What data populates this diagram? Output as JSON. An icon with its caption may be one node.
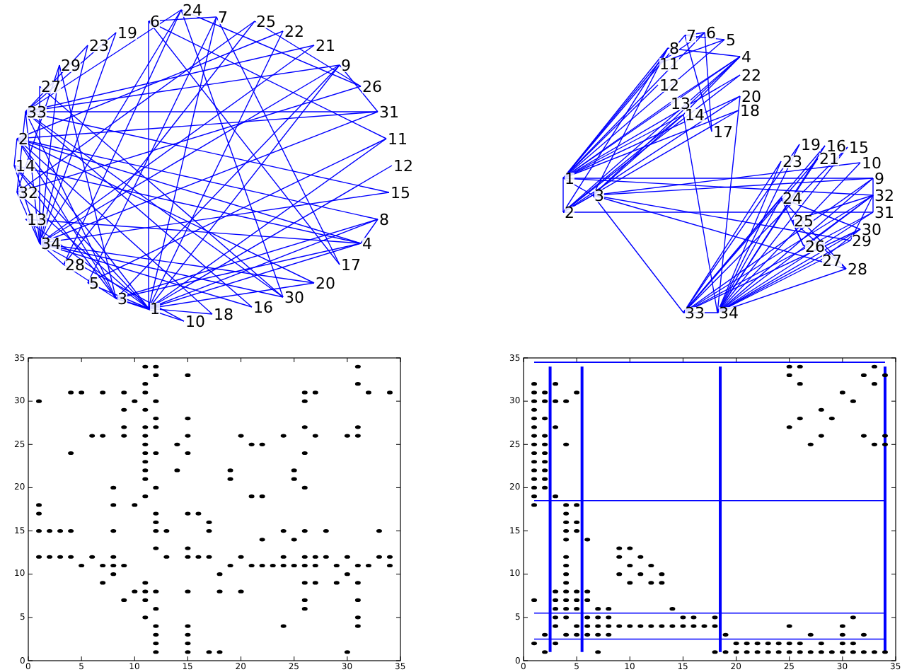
{
  "diagram": {
    "nodes": [
      {
        "text": [
          "1"
        ]
      },
      {
        "text": [
          "2"
        ]
      },
      {
        "text": [
          "3"
        ]
      },
      {
        "text": [
          "4"
        ]
      },
      {
        "text": [
          "5"
        ]
      },
      {
        "text": [
          "6"
        ]
      },
      {
        "text": [
          "7"
        ]
      },
      {
        "text": [
          "8"
        ]
      },
      {
        "text": [
          "9"
        ]
      },
      {
        "text": [
          "10"
        ]
      },
      {
        "text": [
          "11"
        ]
      },
      {
        "text": [
          "12"
        ]
      },
      {
        "text": [
          "13"
        ]
      },
      {
        "text": [
          "14"
        ]
      },
      {
        "text": [
          "15"
        ]
      },
      {
        "text": [
          "16"
        ]
      },
      {
        "text": [
          "17"
        ]
      },
      {
        "text": [
          "18"
        ]
      },
      {
        "text": [
          "19"
        ]
      },
      {
        "text": [
          "20"
        ]
      },
      {
        "text": [
          "21"
        ]
      },
      {
        "text": [
          "22"
        ]
      },
      {
        "text": [
          "23"
        ]
      },
      {
        "text": [
          "24"
        ]
      },
      {
        "text": [
          "25"
        ]
      },
      {
        "text": [
          "26"
        ]
      },
      {
        "text": [
          "27"
        ]
      },
      {
        "text": [
          "28"
        ]
      },
      {
        "text": [
          "29"
        ]
      },
      {
        "text": [
          "30"
        ]
      },
      {
        "text": [
          "31"
        ]
      },
      {
        "text": [
          "32"
        ]
      },
      {
        "text": [
          "33"
        ]
      },
      {
        "text": [
          "34"
        ]
      },
      {
        "text": [
          "1"
        ]
      },
      {
        "text": [
          "2"
        ]
      },
      {
        "text": [
          "3"
        ]
      },
      {
        "text": [
          "4"
        ]
      },
      {
        "text": [
          "5"
        ]
      },
      {
        "text": [
          "6"
        ]
      },
      {
        "text": [
          "7"
        ]
      },
      {
        "text": [
          "8"
        ]
      },
      {
        "text": [
          "9"
        ]
      },
      {
        "text": [
          "10"
        ]
      },
      {
        "text": [
          "11"
        ]
      },
      {
        "text": [
          "12"
        ]
      },
      {
        "text": [
          "13"
        ]
      },
      {
        "text": [
          "14"
        ]
      },
      {
        "text": [
          "15"
        ]
      },
      {
        "text": [
          "16"
        ]
      },
      {
        "text": [
          "17"
        ]
      },
      {
        "text": [
          "18"
        ]
      },
      {
        "text": [
          "19"
        ]
      },
      {
        "text": [
          "20"
        ]
      },
      {
        "text": [
          "21"
        ]
      },
      {
        "text": [
          "22"
        ]
      },
      {
        "text": [
          "23"
        ]
      },
      {
        "text": [
          "24"
        ]
      },
      {
        "text": [
          "25"
        ]
      },
      {
        "text": [
          "26"
        ]
      },
      {
        "text": [
          "27"
        ]
      },
      {
        "text": [
          "28"
        ]
      },
      {
        "text": [
          "29"
        ]
      },
      {
        "text": [
          "30"
        ]
      },
      {
        "text": [
          "31"
        ]
      },
      {
        "text": [
          "32"
        ]
      },
      {
        "text": [
          "33"
        ]
      },
      {
        "text": [
          "34"
        ]
      }
    ],
    "edges": [
      {
        "from": 0,
        "to": 1,
        "arrow": "none"
      },
      {
        "from": 0,
        "to": 2,
        "arrow": "none"
      },
      {
        "from": 0,
        "to": 3,
        "arrow": "none"
      },
      {
        "from": 0,
        "to": 4,
        "arrow": "none"
      },
      {
        "from": 0,
        "to": 5,
        "arrow": "none"
      },
      {
        "from": 0,
        "to": 6,
        "arrow": "none"
      },
      {
        "from": 0,
        "to": 7,
        "arrow": "none"
      },
      {
        "from": 0,
        "to": 8,
        "arrow": "none"
      },
      {
        "from": 0,
        "to": 10,
        "arrow": "none"
      },
      {
        "from": 0,
        "to": 11,
        "arrow": "none"
      },
      {
        "from": 0,
        "to": 12,
        "arrow": "none"
      },
      {
        "from": 0,
        "to": 13,
        "arrow": "none"
      },
      {
        "from": 0,
        "to": 17,
        "arrow": "none"
      },
      {
        "from": 0,
        "to": 19,
        "arrow": "none"
      },
      {
        "from": 0,
        "to": 21,
        "arrow": "none"
      },
      {
        "from": 0,
        "to": 31,
        "arrow": "none"
      },
      {
        "from": 1,
        "to": 2,
        "arrow": "none"
      },
      {
        "from": 1,
        "to": 3,
        "arrow": "none"
      },
      {
        "from": 1,
        "to": 7,
        "arrow": "none"
      },
      {
        "from": 1,
        "to": 13,
        "arrow": "none"
      },
      {
        "from": 1,
        "to": 17,
        "arrow": "none"
      },
      {
        "from": 1,
        "to": 19,
        "arrow": "none"
      },
      {
        "from": 1,
        "to": 21,
        "arrow": "none"
      },
      {
        "from": 1,
        "to": 30,
        "arrow": "none"
      },
      {
        "from": 2,
        "to": 3,
        "arrow": "none"
      },
      {
        "from": 2,
        "to": 7,
        "arrow": "none"
      },
      {
        "from": 2,
        "to": 8,
        "arrow": "none"
      },
      {
        "from": 2,
        "to": 9,
        "arrow": "none"
      },
      {
        "from": 2,
        "to": 13,
        "arrow": "none"
      },
      {
        "from": 2,
        "to": 27,
        "arrow": "none"
      },
      {
        "from": 2,
        "to": 28,
        "arrow": "none"
      },
      {
        "from": 2,
        "to": 32,
        "arrow": "none"
      },
      {
        "from": 3,
        "to": 7,
        "arrow": "none"
      },
      {
        "from": 3,
        "to": 12,
        "arrow": "none"
      },
      {
        "from": 3,
        "to": 13,
        "arrow": "none"
      },
      {
        "from": 4,
        "to": 6,
        "arrow": "none"
      },
      {
        "from": 4,
        "to": 10,
        "arrow": "none"
      },
      {
        "from": 5,
        "to": 6,
        "arrow": "none"
      },
      {
        "from": 5,
        "to": 10,
        "arrow": "none"
      },
      {
        "from": 5,
        "to": 16,
        "arrow": "none"
      },
      {
        "from": 6,
        "to": 16,
        "arrow": "none"
      },
      {
        "from": 8,
        "to": 30,
        "arrow": "none"
      },
      {
        "from": 8,
        "to": 32,
        "arrow": "none"
      },
      {
        "from": 8,
        "to": 33,
        "arrow": "none"
      },
      {
        "from": 9,
        "to": 33,
        "arrow": "none"
      },
      {
        "from": 13,
        "to": 33,
        "arrow": "none"
      },
      {
        "from": 14,
        "to": 32,
        "arrow": "none"
      },
      {
        "from": 14,
        "to": 33,
        "arrow": "none"
      },
      {
        "from": 15,
        "to": 32,
        "arrow": "none"
      },
      {
        "from": 15,
        "to": 33,
        "arrow": "none"
      },
      {
        "from": 18,
        "to": 32,
        "arrow": "none"
      },
      {
        "from": 18,
        "to": 33,
        "arrow": "none"
      },
      {
        "from": 19,
        "to": 33,
        "arrow": "none"
      },
      {
        "from": 20,
        "to": 32,
        "arrow": "none"
      },
      {
        "from": 20,
        "to": 33,
        "arrow": "none"
      },
      {
        "from": 22,
        "to": 32,
        "arrow": "none"
      },
      {
        "from": 22,
        "to": 33,
        "arrow": "none"
      },
      {
        "from": 23,
        "to": 25,
        "arrow": "none"
      },
      {
        "from": 23,
        "to": 27,
        "arrow": "none"
      },
      {
        "from": 23,
        "to": 29,
        "arrow": "none"
      },
      {
        "from": 23,
        "to": 32,
        "arrow": "none"
      },
      {
        "from": 23,
        "to": 33,
        "arrow": "none"
      },
      {
        "from": 24,
        "to": 25,
        "arrow": "none"
      },
      {
        "from": 24,
        "to": 27,
        "arrow": "none"
      },
      {
        "from": 24,
        "to": 31,
        "arrow": "none"
      },
      {
        "from": 25,
        "to": 31,
        "arrow": "none"
      },
      {
        "from": 26,
        "to": 29,
        "arrow": "none"
      },
      {
        "from": 26,
        "to": 33,
        "arrow": "none"
      },
      {
        "from": 27,
        "to": 33,
        "arrow": "none"
      },
      {
        "from": 28,
        "to": 31,
        "arrow": "none"
      },
      {
        "from": 28,
        "to": 33,
        "arrow": "none"
      },
      {
        "from": 29,
        "to": 32,
        "arrow": "none"
      },
      {
        "from": 29,
        "to": 33,
        "arrow": "none"
      },
      {
        "from": 30,
        "to": 32,
        "arrow": "none"
      },
      {
        "from": 30,
        "to": 33,
        "arrow": "none"
      },
      {
        "from": 31,
        "to": 32,
        "arrow": "none"
      },
      {
        "from": 31,
        "to": 33,
        "arrow": "none"
      },
      {
        "from": 32,
        "to": 33,
        "arrow": "none"
      },
      {
        "from": 34,
        "to": 35,
        "arrow": "none"
      },
      {
        "from": 34,
        "to": 36,
        "arrow": "none"
      },
      {
        "from": 34,
        "to": 37,
        "arrow": "none"
      },
      {
        "from": 34,
        "to": 38,
        "arrow": "none"
      },
      {
        "from": 34,
        "to": 39,
        "arrow": "none"
      },
      {
        "from": 34,
        "to": 40,
        "arrow": "none"
      },
      {
        "from": 34,
        "to": 41,
        "arrow": "none"
      },
      {
        "from": 34,
        "to": 42,
        "arrow": "none"
      },
      {
        "from": 34,
        "to": 44,
        "arrow": "none"
      },
      {
        "from": 34,
        "to": 45,
        "arrow": "none"
      },
      {
        "from": 34,
        "to": 46,
        "arrow": "none"
      },
      {
        "from": 34,
        "to": 47,
        "arrow": "none"
      },
      {
        "from": 34,
        "to": 51,
        "arrow": "none"
      },
      {
        "from": 34,
        "to": 53,
        "arrow": "none"
      },
      {
        "from": 34,
        "to": 55,
        "arrow": "none"
      },
      {
        "from": 34,
        "to": 65,
        "arrow": "none"
      },
      {
        "from": 35,
        "to": 36,
        "arrow": "none"
      },
      {
        "from": 35,
        "to": 37,
        "arrow": "none"
      },
      {
        "from": 35,
        "to": 41,
        "arrow": "none"
      },
      {
        "from": 35,
        "to": 47,
        "arrow": "none"
      },
      {
        "from": 35,
        "to": 51,
        "arrow": "none"
      },
      {
        "from": 35,
        "to": 53,
        "arrow": "none"
      },
      {
        "from": 35,
        "to": 55,
        "arrow": "none"
      },
      {
        "from": 35,
        "to": 64,
        "arrow": "none"
      },
      {
        "from": 36,
        "to": 37,
        "arrow": "none"
      },
      {
        "from": 36,
        "to": 41,
        "arrow": "none"
      },
      {
        "from": 36,
        "to": 42,
        "arrow": "none"
      },
      {
        "from": 36,
        "to": 43,
        "arrow": "none"
      },
      {
        "from": 36,
        "to": 47,
        "arrow": "none"
      },
      {
        "from": 36,
        "to": 61,
        "arrow": "none"
      },
      {
        "from": 36,
        "to": 62,
        "arrow": "none"
      },
      {
        "from": 36,
        "to": 66,
        "arrow": "none"
      },
      {
        "from": 37,
        "to": 41,
        "arrow": "none"
      },
      {
        "from": 37,
        "to": 46,
        "arrow": "none"
      },
      {
        "from": 37,
        "to": 47,
        "arrow": "none"
      },
      {
        "from": 38,
        "to": 40,
        "arrow": "none"
      },
      {
        "from": 38,
        "to": 44,
        "arrow": "none"
      },
      {
        "from": 39,
        "to": 40,
        "arrow": "none"
      },
      {
        "from": 39,
        "to": 44,
        "arrow": "none"
      },
      {
        "from": 39,
        "to": 50,
        "arrow": "none"
      },
      {
        "from": 40,
        "to": 50,
        "arrow": "none"
      },
      {
        "from": 42,
        "to": 64,
        "arrow": "none"
      },
      {
        "from": 42,
        "to": 66,
        "arrow": "none"
      },
      {
        "from": 42,
        "to": 67,
        "arrow": "none"
      },
      {
        "from": 43,
        "to": 67,
        "arrow": "none"
      },
      {
        "from": 47,
        "to": 67,
        "arrow": "none"
      },
      {
        "from": 48,
        "to": 66,
        "arrow": "none"
      },
      {
        "from": 48,
        "to": 67,
        "arrow": "none"
      },
      {
        "from": 49,
        "to": 66,
        "arrow": "none"
      },
      {
        "from": 49,
        "to": 67,
        "arrow": "none"
      },
      {
        "from": 52,
        "to": 66,
        "arrow": "none"
      },
      {
        "from": 52,
        "to": 67,
        "arrow": "none"
      },
      {
        "from": 53,
        "to": 67,
        "arrow": "none"
      },
      {
        "from": 54,
        "to": 66,
        "arrow": "none"
      },
      {
        "from": 54,
        "to": 67,
        "arrow": "none"
      },
      {
        "from": 56,
        "to": 66,
        "arrow": "none"
      },
      {
        "from": 56,
        "to": 67,
        "arrow": "none"
      },
      {
        "from": 57,
        "to": 59,
        "arrow": "none"
      },
      {
        "from": 57,
        "to": 61,
        "arrow": "none"
      },
      {
        "from": 57,
        "to": 63,
        "arrow": "none"
      },
      {
        "from": 57,
        "to": 66,
        "arrow": "none"
      },
      {
        "from": 57,
        "to": 67,
        "arrow": "none"
      },
      {
        "from": 58,
        "to": 59,
        "arrow": "none"
      },
      {
        "from": 58,
        "to": 61,
        "arrow": "none"
      },
      {
        "from": 58,
        "to": 65,
        "arrow": "none"
      },
      {
        "from": 59,
        "to": 65,
        "arrow": "none"
      },
      {
        "from": 60,
        "to": 63,
        "arrow": "none"
      },
      {
        "from": 60,
        "to": 67,
        "arrow": "none"
      },
      {
        "from": 61,
        "to": 67,
        "arrow": "none"
      },
      {
        "from": 62,
        "to": 65,
        "arrow": "none"
      },
      {
        "from": 62,
        "to": 67,
        "arrow": "none"
      },
      {
        "from": 63,
        "to": 66,
        "arrow": "none"
      },
      {
        "from": 63,
        "to": 67,
        "arrow": "none"
      },
      {
        "from": 64,
        "to": 66,
        "arrow": "none"
      },
      {
        "from": 64,
        "to": 67,
        "arrow": "none"
      },
      {
        "from": 65,
        "to": 66,
        "arrow": "none"
      },
      {
        "from": 65,
        "to": 67,
        "arrow": "none"
      },
      {
        "from": 66,
        "to": 67,
        "arrow": "none"
      }
    ],
    "labels": [
      "35",
      "30",
      "25",
      "20",
      "15",
      "10",
      "5",
      "0",
      "0",
      "5",
      "10",
      "15",
      "20",
      "25",
      "30",
      "35",
      "35",
      "30",
      "25",
      "20",
      "15",
      "10",
      "5",
      "0",
      "0",
      "5",
      "10",
      "15",
      "20",
      "25",
      "30",
      "35"
    ]
  }
}
